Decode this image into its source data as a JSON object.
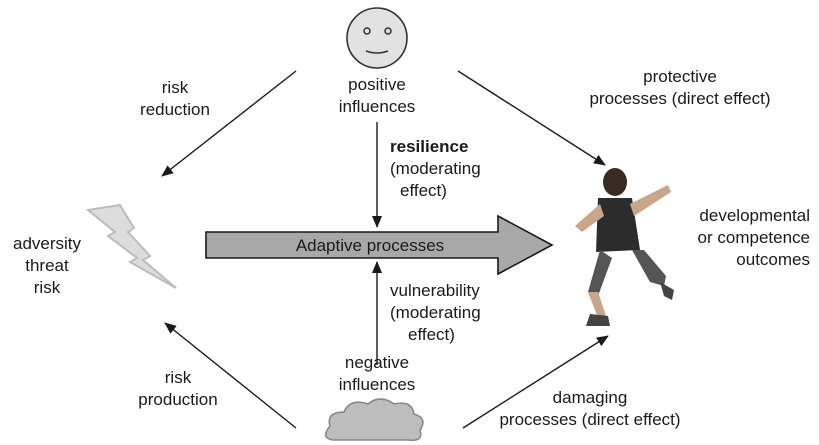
{
  "diagram": {
    "center_arrow_label": "Adaptive processes",
    "positive_influences": [
      "positive",
      "influences"
    ],
    "negative_influences": [
      "negative",
      "influences"
    ],
    "adversity": [
      "adversity",
      "threat",
      "risk"
    ],
    "outcomes": [
      "developmental",
      "or competence",
      "outcomes"
    ],
    "risk_reduction": [
      "risk",
      "reduction"
    ],
    "risk_production": [
      "risk",
      "production"
    ],
    "protective": [
      "protective",
      "processes (direct effect)"
    ],
    "damaging": [
      "damaging",
      "processes (direct effect)"
    ],
    "resilience": {
      "title": "resilience",
      "lines": [
        "(moderating",
        "effect)"
      ]
    },
    "vulnerability": [
      "vulnerability",
      "(moderating",
      "effect)"
    ]
  },
  "icons": [
    "smiley-face-icon",
    "lightning-bolt-icon",
    "cloud-icon",
    "jumping-child-image"
  ],
  "colors": {
    "arrow_fill": "#a8a8a8",
    "line": "#1a1a1a",
    "face_fill": "#e2e2e2",
    "cloud_fill": "#bdbdbd"
  }
}
